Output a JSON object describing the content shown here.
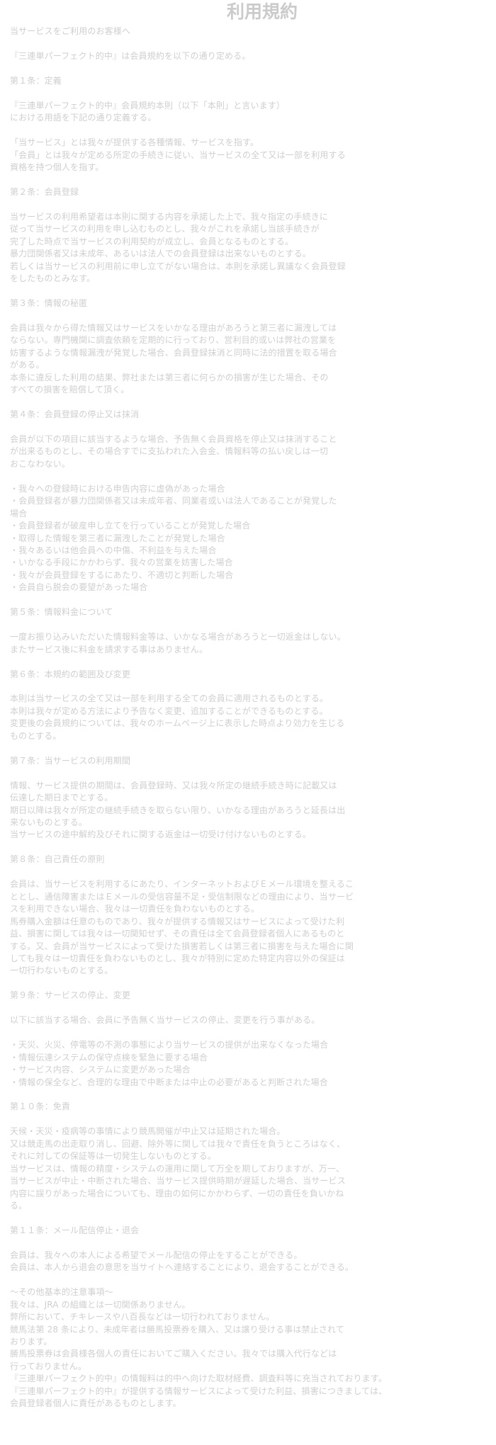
{
  "document": {
    "title": "利用規約",
    "lines": [
      "当サービスをご利用のお客様へ",
      "",
      "『三連単パーフェクト的中』は会員規約を以下の通り定める。",
      "",
      "第１条：定義",
      "",
      "『三連単パーフェクト的中』会員規約本則（以下「本則」と言います）",
      "における用語を下記の通り定義する。",
      "",
      "「当サービス」とは我々が提供する各種情報、サービスを指す。",
      "「会員」とは我々が定める所定の手続きに従い、当サービスの全て又は一部を利用する",
      "資格を持つ個人を指す。",
      "",
      "第２条：会員登録",
      "",
      "当サービスの利用希望者は本則に関する内容を承諾した上で、我々指定の手続きに",
      "従って当サービスの利用を申し込むものとし、我々がこれを承諾し当該手続きが",
      "完了した時点で当サービスの利用契約が成立し、会員となるものとする。",
      "暴力団関係者又は未成年、あるいは法人での会員登録は出来ないものとする。",
      "若しくは当サービスの利用前に申し立てがない場合は、本則を承諾し異議なく会員登録",
      "をしたものとみなす。",
      "",
      "第３条：情報の秘匿",
      "",
      "会員は我々から得た情報又はサービスをいかなる理由があろうと第三者に漏洩しては",
      "ならない。専門機関に調査依頼を定期的に行っており、営利目的或いは弊社の営業を",
      "妨害するような情報漏洩が発覚した場合、会員登録抹消と同時に法的措置を取る場合",
      "がある。",
      "本条に違反した利用の結果、弊社または第三者に何らかの損害が生じた場合、その",
      "すべての損害を賠償して頂く。",
      "",
      "第４条：会員登録の停止又は抹消",
      "",
      "会員が以下の項目に該当するような場合、予告無く会員資格を停止又は抹消すること",
      "が出来るものとし、その場合すでに支払われた入会金、情報料等の払い戻しは一切",
      "おこなわない。",
      "",
      "・我々への登録時における申告内容に虚偽があった場合",
      "・会員登録者が暴力団関係者又は未成年者、同業者或いは法人であることが発覚した",
      "場合",
      "・会員登録者が破産申し立てを行っていることが発覚した場合",
      "・取得した情報を第三者に漏洩したことが発覚した場合",
      "・我々あるいは他会員への中傷、不利益を与えた場合",
      "・いかなる手段にかかわらず、我々の営業を妨害した場合",
      "・我々が会員登録をするにあたり、不適切と判断した場合",
      "・会員自ら脱会の要望があった場合",
      "",
      "第５条：情報料金について",
      "",
      "一度お振り込みいただいた情報料金等は、いかなる場合があろうと一切返金はしない。",
      "またサービス後に料金を請求する事はありません。",
      "",
      "第６条：本規約の範囲及び変更",
      "",
      "本則は当サービスの全て又は一部を利用する全ての会員に適用されるものとする。",
      "本則は我々が定める方法により予告なく変更、追加することができるものとする。",
      "変更後の会員規約については、我々のホームページ上に表示した時点より効力を生じる",
      "ものとする。",
      "",
      "第７条：当サービスの利用期間",
      "",
      "情報、サービス提供の期間は、会員登録時、又は我々所定の継続手続き時に記載又は",
      "伝達した期日までとする。",
      "期日以降は我々が所定の継続手続きを取らない限り、いかなる理由があろうと延長は出",
      "来ないものとする。",
      "当サービスの途中解約及びそれに関する返金は一切受け付けないものとする。",
      "",
      "第８条：自己責任の原則",
      "",
      "会員は、当サービスを利用するにあたり、インターネットおよびＥメール環境を整えるこ",
      "ととし、通信障害またはＥメールの受信容量不足・受信制限などの理由により、当サービ",
      "スを利用できない場合、我々は一切責任を負わないものとする。",
      "馬券購入金額は任意のものであり、我々が提供する情報又はサービスによって受けた利",
      "益、損害に関しては我々は一切関知せず、その責任は全て会員登録者個人にあるものと",
      "する。又、会員が当サービスによって受けた損害若しくは第三者に損害を与えた場合に関",
      "しても我々は一切責任を負わないものとし、我々が特別に定めた特定内容以外の保証は",
      "一切行わないものとする。",
      "",
      "第９条：サービスの停止、変更",
      "",
      "以下に該当する場合、会員に予告無く当サービスの停止、変更を行う事がある。",
      "",
      "・天災、火災、停電等の不測の事態により当サービスの提供が出来なくなった場合",
      "・情報伝達システムの保守点検を緊急に要する場合",
      "・サービス内容、システムに変更があった場合",
      "・情報の保全など、合理的な理由で中断または中止の必要があると判断された場合",
      "",
      "第１０条：免責",
      "",
      "天候・天災・疫病等の事情により競馬開催が中止又は延期された場合。",
      "又は競走馬の出走取り消し、回避、除外等に関しては我々で責任を負うところはなく、",
      "それに対しての保証等は一切発生しないものとする。",
      "当サービスは、情報の精度・システムの運用に関して万全を期しておりますが、万一、",
      "当サービスが中止・中断された場合、当サービス提供時期が遅延した場合、当サービス",
      "内容に誤りがあった場合についても、理由の如何にかかわらず、一切の責任を負いかね",
      "る。",
      "",
      "第１１条：メール配信停止・退会",
      "",
      "会員は、我々への本人による希望でメール配信の停止をすることができる。",
      "会員は、本人から退会の意思を当サイトへ連絡することにより、退会することができる。",
      "",
      "～その他基本的注意事項～",
      "我々は、JRA の組織とは一切関係ありません。",
      "弊所において、チキレースや八百長などは一切行われておりません。",
      "競馬法第 28 条により、未成年者は勝馬投票券を購入、又は譲り受ける事は禁止されて",
      "おります。",
      "勝馬投票券は会員様各個人の責任においてご購入ください。我々では購入代行などは",
      "行っておりません。",
      "『三連単パーフェクト的中』の情報料は的中へ向けた取材経費、調査料等に充当されております。",
      "『三連単パーフェクト的中』が提供する情報サービスによって受けた利益、損害につきましては、",
      "会員登録者個人に責任があるものとします。"
    ]
  }
}
